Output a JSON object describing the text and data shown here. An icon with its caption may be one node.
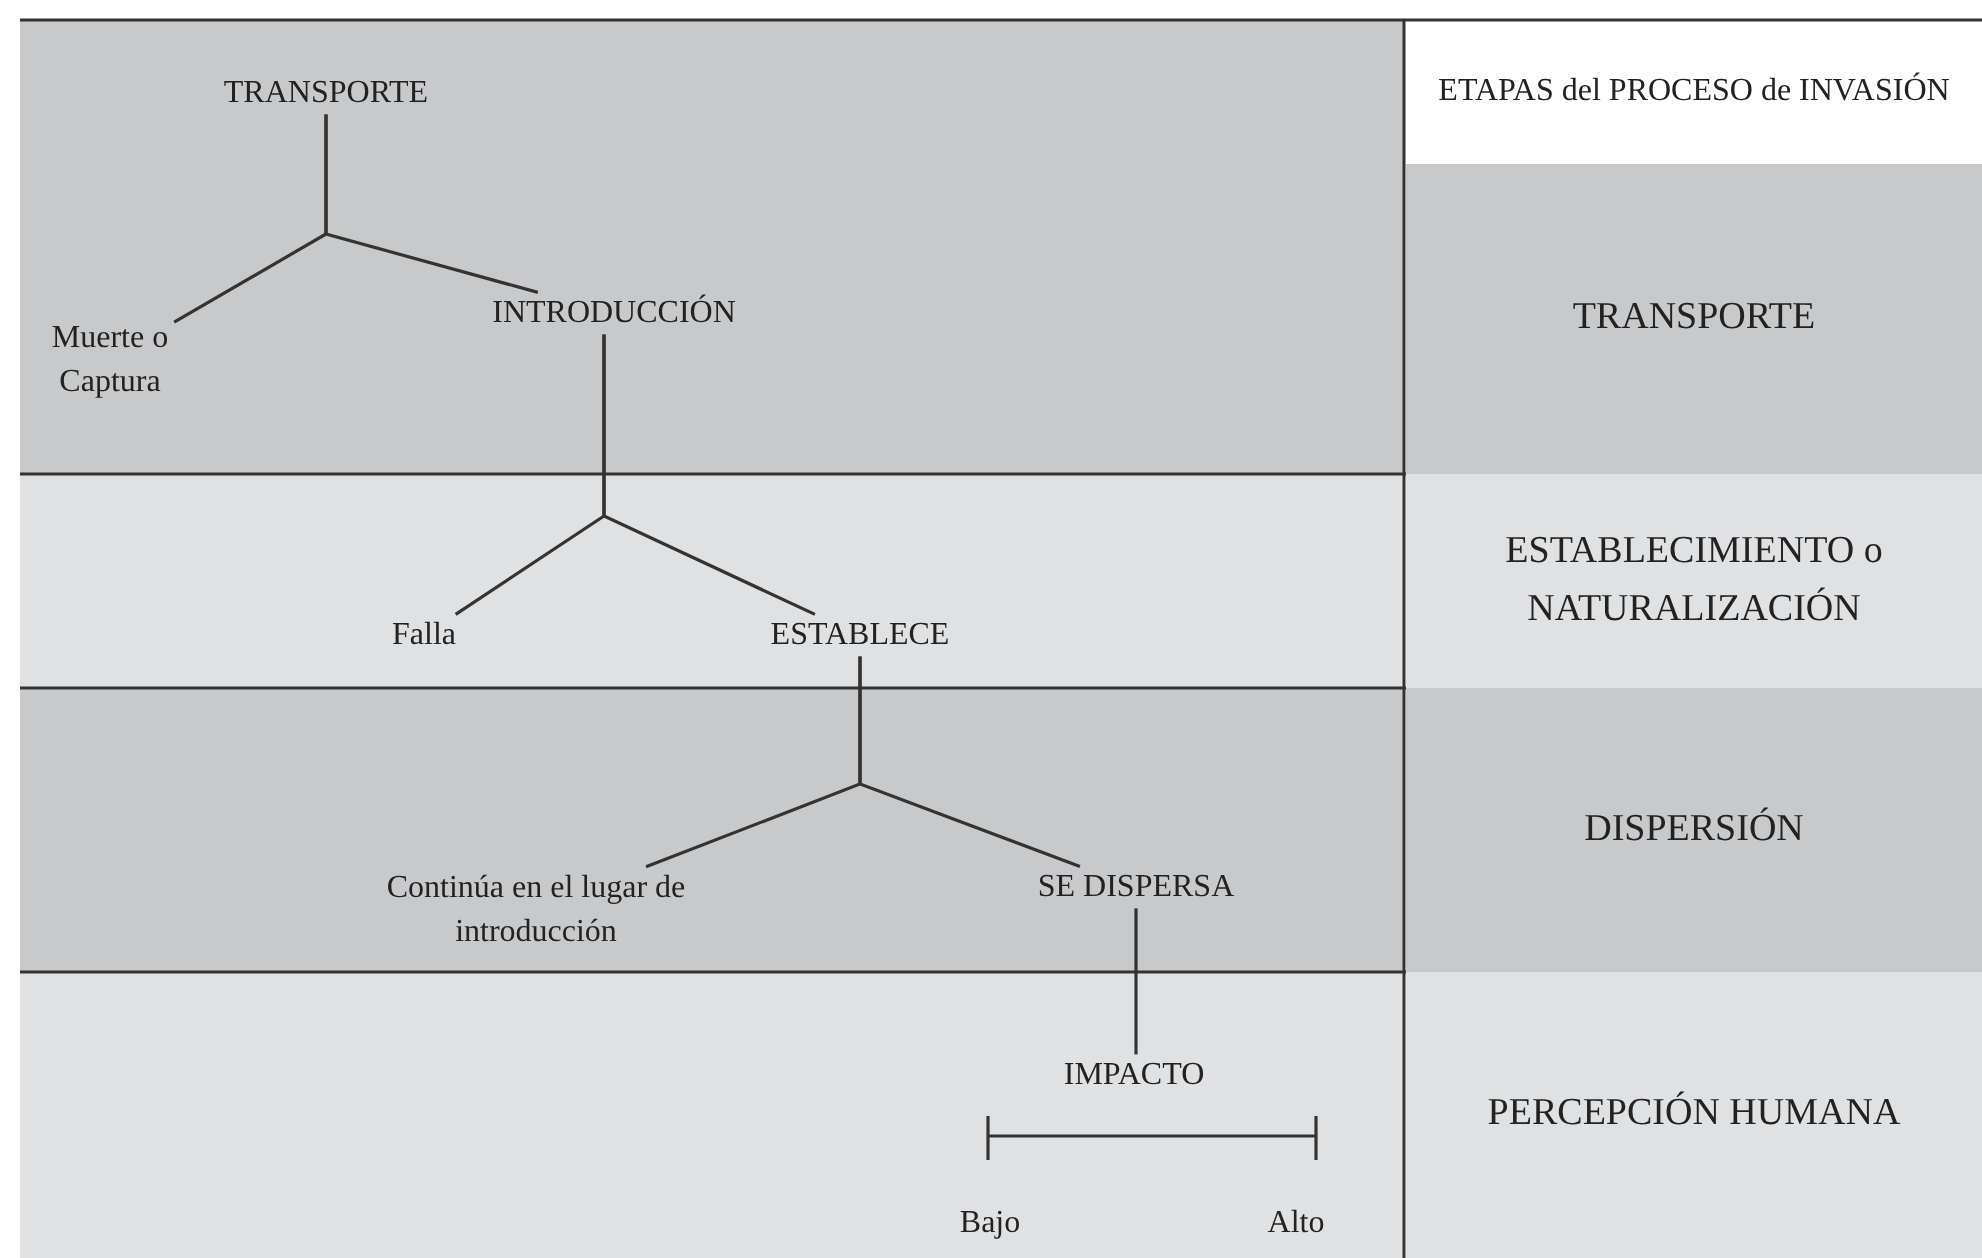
{
  "diagram": {
    "nodes": [
      {
        "text": [
          "TRANSPORTE"
        ]
      },
      {
        "text": [
          "Muerte o Captura"
        ]
      },
      {
        "text": [
          "INTRODUCCIÓN"
        ]
      },
      {
        "text": [
          "Falla"
        ]
      },
      {
        "text": [
          "ESTABLECE"
        ]
      },
      {
        "text": [
          "Continúa en el lugar de introducción"
        ]
      },
      {
        "text": [
          "SE DISPERSA"
        ]
      },
      {
        "text": [
          "IMPACTO"
        ]
      },
      {
        "text": [
          "ETAPAS del PROCESO de INVASIÓN"
        ]
      },
      {
        "text": [
          "TRANSPORTE"
        ]
      },
      {
        "text": [
          "ESTABLECIMIENTO o NATURALIZACIÓN"
        ]
      },
      {
        "text": [
          "DISPERSIÓN"
        ]
      },
      {
        "text": [
          "PERCEPCIÓN HUMANA"
        ]
      }
    ],
    "edges": [
      {
        "from": 0,
        "to": 1,
        "arrow": "none"
      },
      {
        "from": 0,
        "to": 2,
        "arrow": "none"
      },
      {
        "from": 2,
        "to": 3,
        "arrow": "none"
      },
      {
        "from": 2,
        "to": 4,
        "arrow": "none"
      },
      {
        "from": 4,
        "to": 5,
        "arrow": "none"
      },
      {
        "from": 4,
        "to": 6,
        "arrow": "none"
      },
      {
        "from": 6,
        "to": 7,
        "arrow": "none"
      }
    ],
    "labels": [
      "Bajo",
      "Alto"
    ]
  }
}
